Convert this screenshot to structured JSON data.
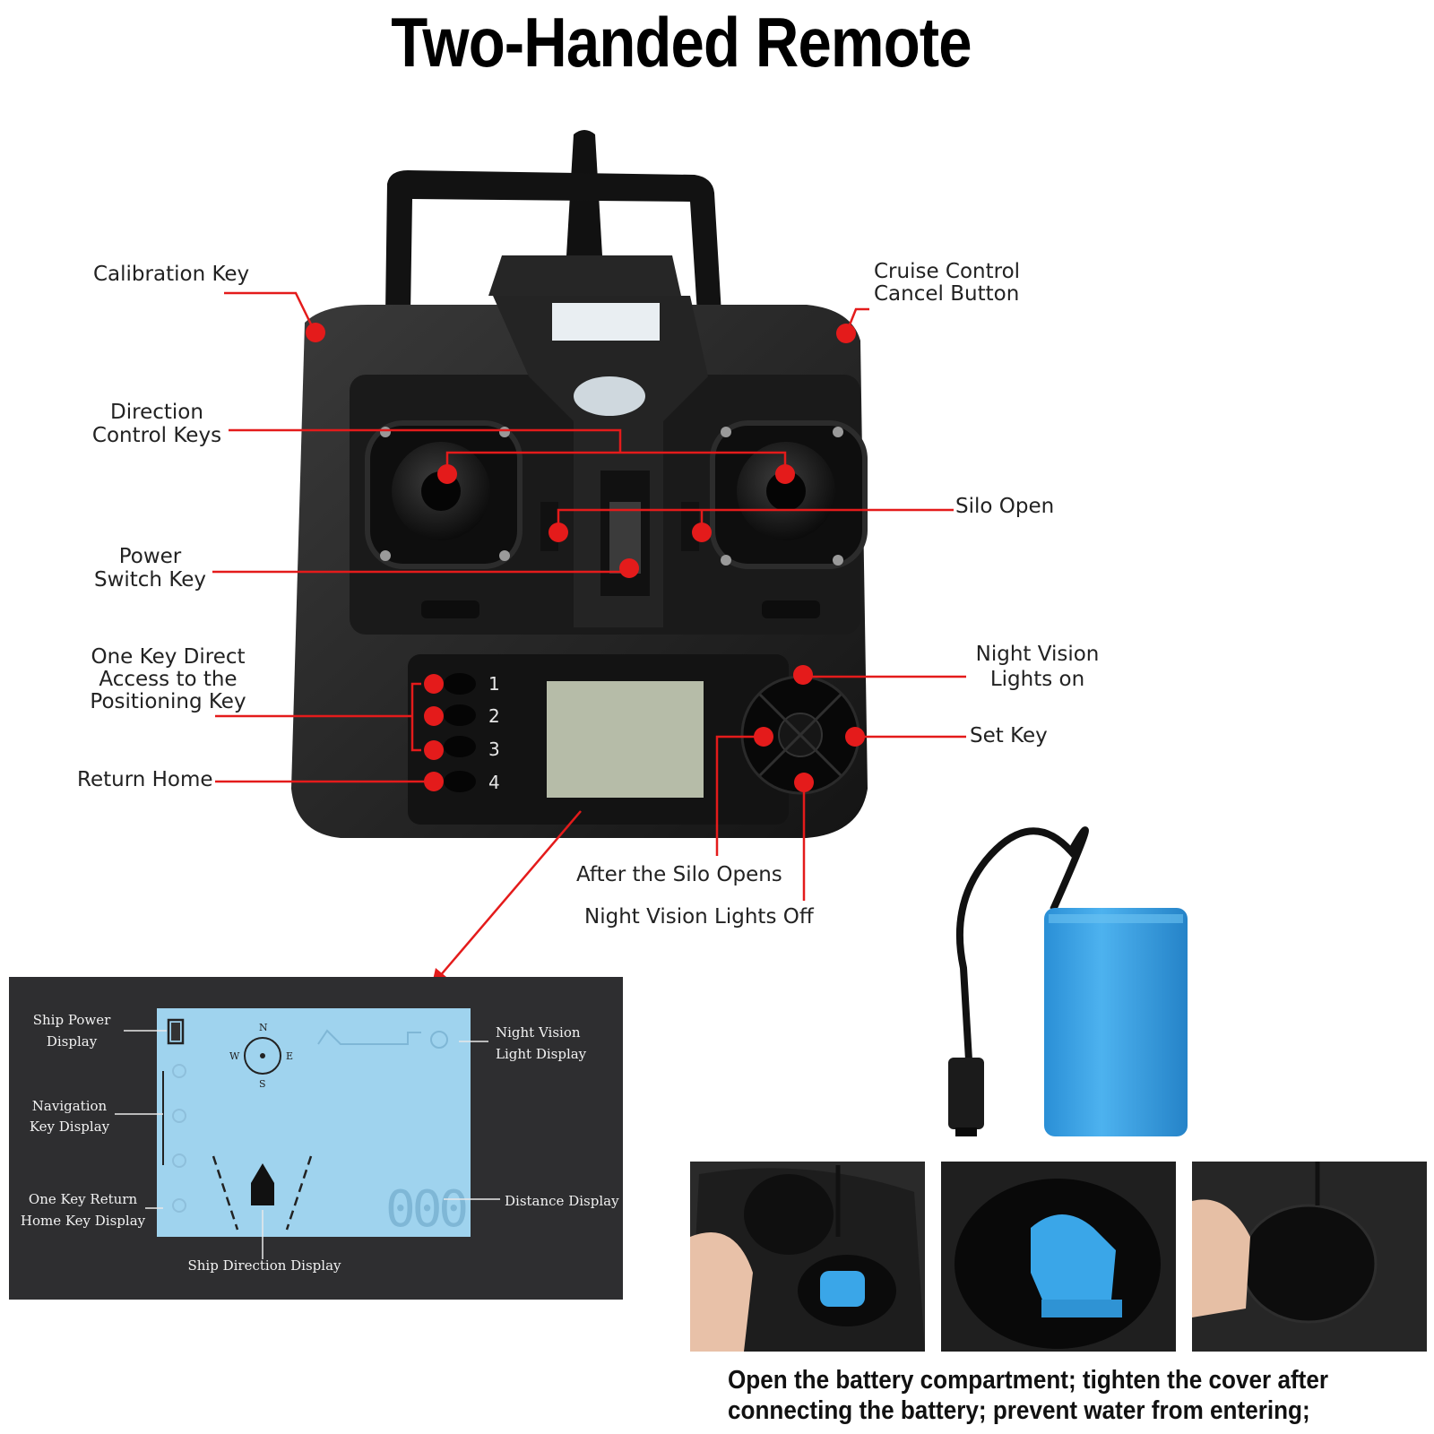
{
  "title": "Two-Handed Remote",
  "callouts": {
    "calibration_key": "Calibration Key",
    "cruise_control_line1": "Cruise Control",
    "cruise_control_line2": "Cancel Button",
    "direction_line1": "Direction",
    "direction_line2": "Control Keys",
    "silo_open": "Silo Open",
    "power_line1": "Power",
    "power_line2": "Switch Key",
    "one_key_line1": "One Key Direct",
    "one_key_line2": "Access to the",
    "one_key_line3": "Positioning Key",
    "return_home": "Return Home",
    "night_on_line1": "Night Vision",
    "night_on_line2": "Lights on",
    "set_key": "Set Key",
    "after_silo_opens": "After the Silo Opens",
    "night_off": "Night Vision Lights Off"
  },
  "positioning_keys": [
    "1",
    "2",
    "3",
    "4"
  ],
  "lcd_panel": {
    "ship_power_line1": "Ship Power",
    "ship_power_line2": "Display",
    "navigation_line1": "Navigation",
    "navigation_line2": "Key Display",
    "return_line1": "One Key Return",
    "return_line2": "Home Key Display",
    "night_light_line1": "Night Vision",
    "night_light_line2": "Light Display",
    "distance": "Distance Display",
    "ship_direction": "Ship Direction Display",
    "compass": {
      "n": "N",
      "s": "S",
      "e": "E",
      "w": "W"
    },
    "distance_digits": "000"
  },
  "caption_line1": "Open the battery compartment; tighten the cover after",
  "caption_line2": "connecting the battery; prevent water from entering;",
  "colors": {
    "callout_red": "#e41b1b",
    "remote_body": "#1f1f1f",
    "lcd_screen": "#9fd3ee",
    "panel_bg": "#2e2e30",
    "battery_blue": "#3aa6e8"
  }
}
